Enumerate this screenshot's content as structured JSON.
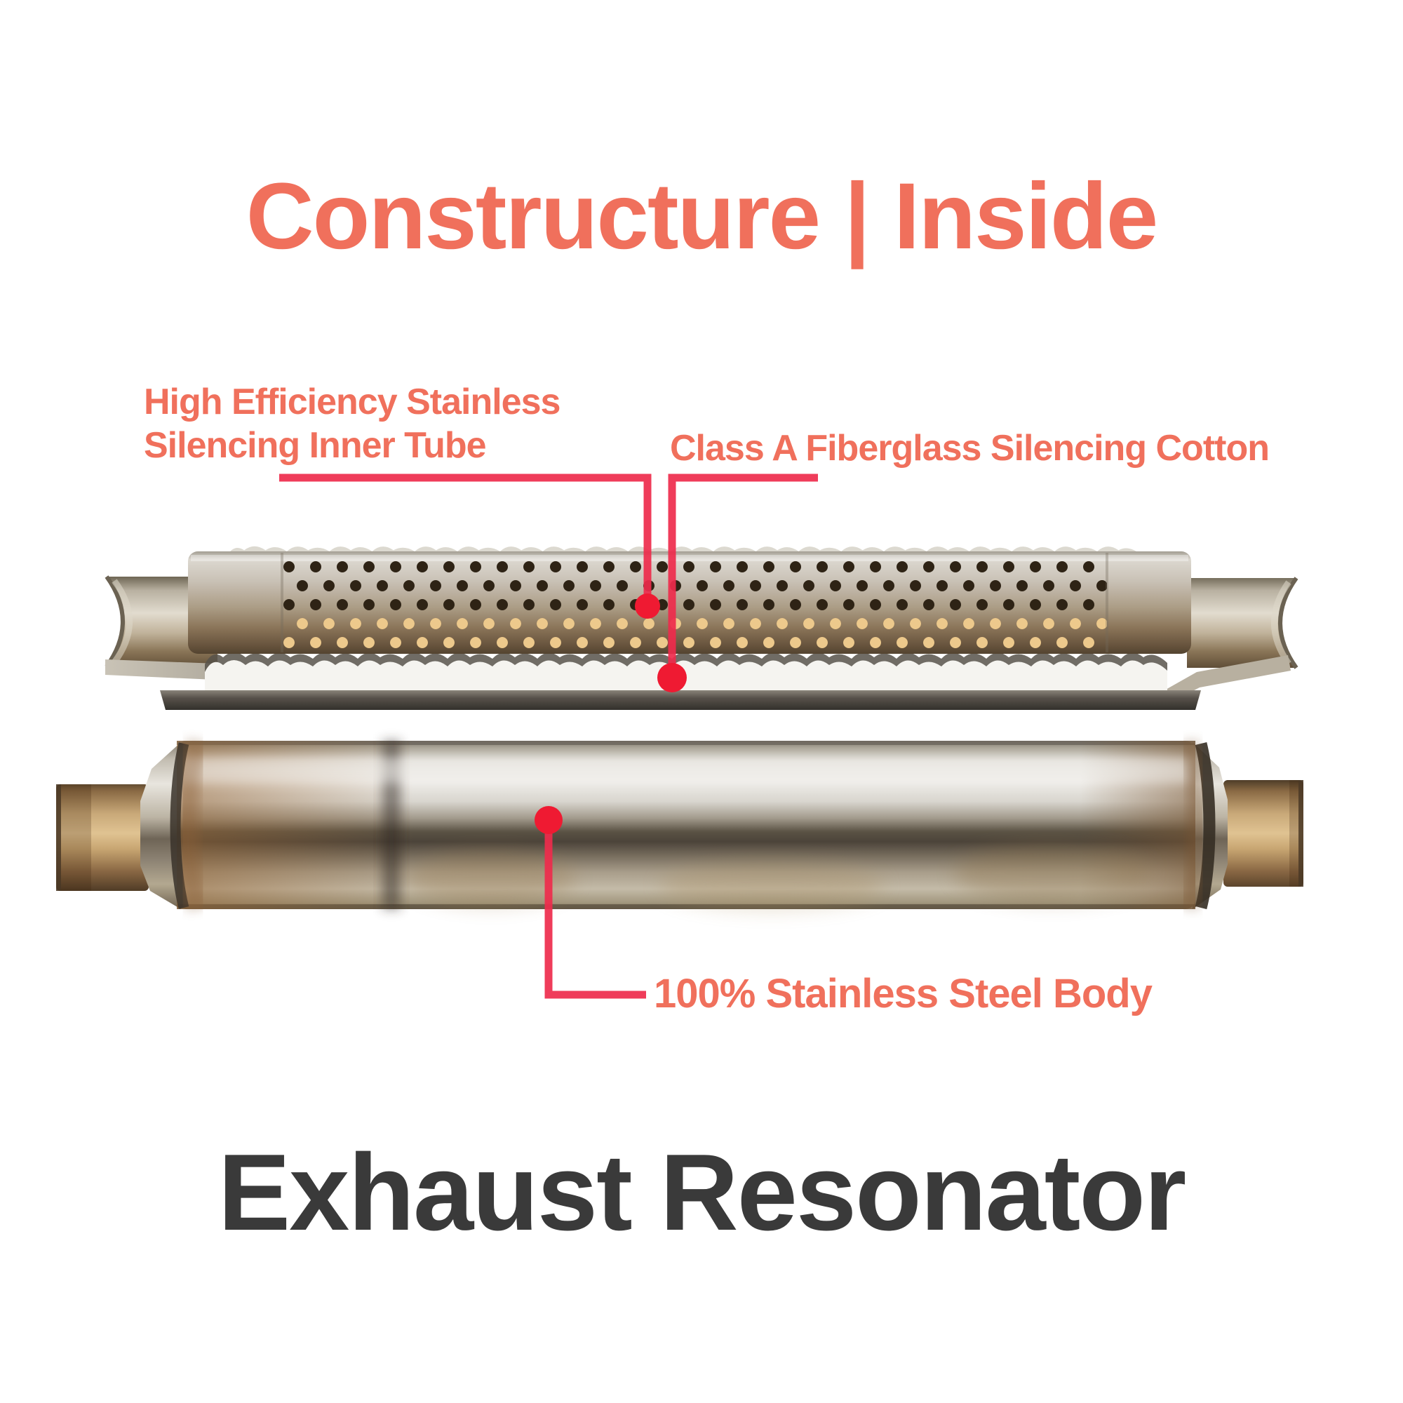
{
  "header": {
    "title": "Constructure | Inside"
  },
  "callouts": {
    "inner_tube": {
      "line1": "High Efficiency Stainless",
      "line2": "Silencing Inner Tube"
    },
    "fiberglass": {
      "text": "Class A Fiberglass Silencing Cotton"
    },
    "steel_body": {
      "text": "100% Stainless Steel Body"
    }
  },
  "footer": {
    "product_name": "Exhaust Resonator"
  },
  "colors": {
    "accent-coral": "#f0705c",
    "callout-line-red": "#ee2b4c",
    "callout-dot-red": "#ef1a32",
    "title-gray": "#3a3a3a",
    "background": "#ffffff"
  }
}
